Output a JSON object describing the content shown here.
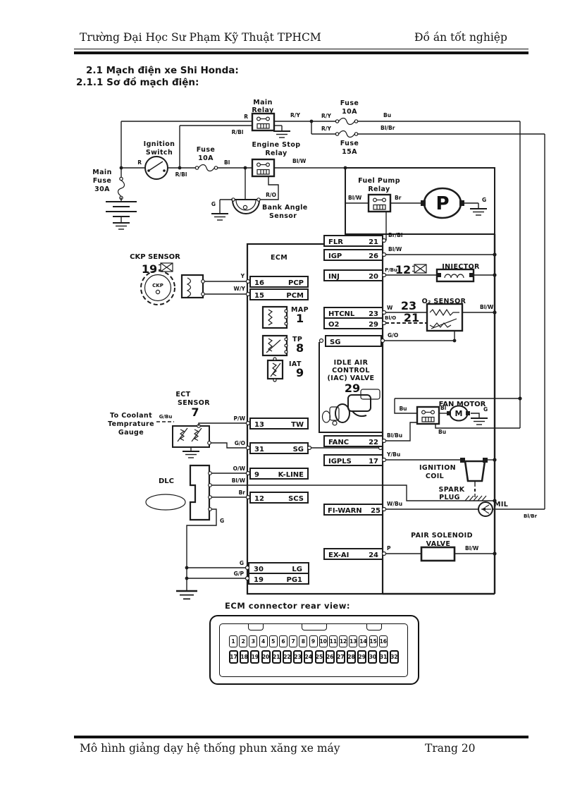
{
  "page": {
    "header_left": "Trường Đại Học Sư Phạm Kỹ Thuật TPHCM",
    "header_right": "Đồ án tốt nghiệp",
    "heading1": "2.1 Mạch điện xe Shi Honda:",
    "heading2": "2.1.1 Sơ đồ mạch điện:",
    "footer_left": "Mô hình giảng dạy hệ thống phun xăng xe máy",
    "footer_right": "Trang 20"
  },
  "diagram": {
    "components": {
      "main_relay": [
        "Main",
        "Relay"
      ],
      "fuse_top": [
        "Fuse",
        "10A"
      ],
      "fuse_15": [
        "Fuse",
        "15A"
      ],
      "ign_switch": [
        "Ignition",
        "Switch"
      ],
      "fuse_ign": [
        "Fuse",
        "10A"
      ],
      "engine_stop": [
        "Engine Stop",
        "Relay"
      ],
      "main_fuse": [
        "Main",
        "Fuse",
        "30A"
      ],
      "bank_angle": [
        "Bank Angle",
        "Sensor"
      ],
      "fuel_pump": [
        "Fuel Pump",
        "Relay"
      ],
      "pump_letter": "P",
      "ckp": "CKP SENSOR",
      "ckp_num": "19",
      "ckp_inner": "CKP",
      "ecm": "ECM",
      "map": "MAP",
      "map_num": "1",
      "tp": "TP",
      "tp_num": "8",
      "iat": "IAT",
      "iat_num": "9",
      "iac": [
        "IDLE AIR",
        "CONTROL",
        "(IAC) VALVE"
      ],
      "iac_num": "29",
      "o2_sensor": "O₂ SENSOR",
      "o2_num_heat": "23",
      "o2_num_sig": "21",
      "injector": "INJECTOR",
      "inj_num": "12",
      "ect": [
        "ECT",
        "SENSOR"
      ],
      "ect_num": "7",
      "gauge": [
        "To Coolant",
        "Temprature",
        "Gauge"
      ],
      "dlc": "DLC",
      "fan": "FAN MOTOR",
      "motor_letter": "M",
      "ign_coil": [
        "IGNITION",
        "COIL"
      ],
      "spark": [
        "SPARK",
        "PLUG"
      ],
      "mil": "MIL",
      "pair": [
        "PAIR SOLENOID",
        "VALVE"
      ],
      "conn_title": "ECM connector rear view:"
    },
    "pins": {
      "pcp": [
        "16",
        "PCP"
      ],
      "pcm": [
        "15",
        "PCM"
      ],
      "flr": [
        "FLR",
        "21"
      ],
      "igp": [
        "IGP",
        "26"
      ],
      "inj": [
        "INJ",
        "20"
      ],
      "htcnl": [
        "HTCNL",
        "23"
      ],
      "o2": [
        "O2",
        "29"
      ],
      "sg": [
        "SG"
      ],
      "tw": [
        "13",
        "TW"
      ],
      "sg31": [
        "31",
        "SG"
      ],
      "fanc": [
        "FANC",
        "22"
      ],
      "igpls": [
        "IGPLS",
        "17"
      ],
      "kline": [
        "9",
        "K-LINE"
      ],
      "scs": [
        "12",
        "SCS"
      ],
      "fiwarn": [
        "FI-WARN",
        "25"
      ],
      "exai": [
        "EX-AI",
        "24"
      ],
      "lg": [
        "30",
        "LG"
      ],
      "pg1": [
        "19",
        "PG1"
      ]
    },
    "wires": {
      "r": "R",
      "ry": "R/Y",
      "bu": "Bu",
      "blbr": "Bl/Br",
      "rbl": "R/Bl",
      "bl": "Bl",
      "blw": "Bl/W",
      "ro": "R/O",
      "g": "G",
      "br": "Br",
      "brbl": "Br/Bl",
      "pbu": "P/Bu",
      "y": "Y",
      "wy": "W/Y",
      "w": "W",
      "blo": "Bl/O",
      "go": "G/O",
      "gbu": "G/Bu",
      "pw": "P/W",
      "blbu": "Bl/Bu",
      "ybu": "Y/Bu",
      "ow": "O/W",
      "wbu": "W/Bu",
      "p": "P",
      "gp": "G/P"
    },
    "connector": {
      "row1": [
        "1",
        "2",
        "3",
        "4",
        "5",
        "6",
        "7",
        "8",
        "9",
        "10",
        "11",
        "12",
        "13",
        "14",
        "15",
        "16"
      ],
      "row2": [
        "17",
        "18",
        "19",
        "20",
        "21",
        "22",
        "23",
        "24",
        "25",
        "26",
        "27",
        "28",
        "29",
        "30",
        "31",
        "32"
      ]
    }
  }
}
